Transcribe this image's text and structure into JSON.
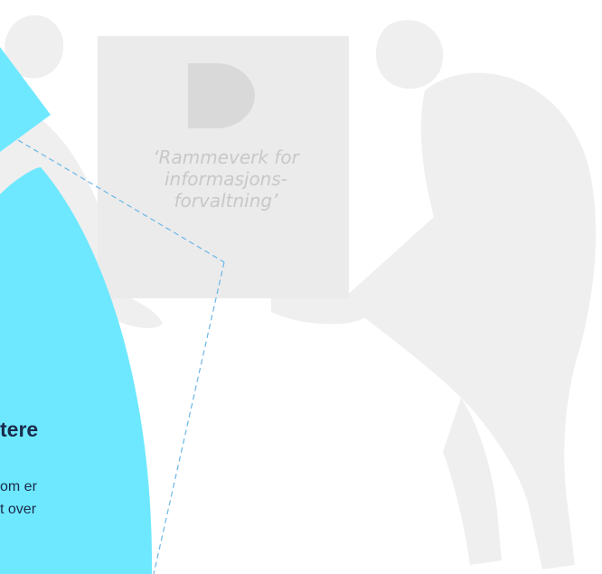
{
  "caption": {
    "line1": "‘Rammeverk for",
    "line2": "informasjons-",
    "line3": "forvaltning’"
  },
  "panel": {
    "heading": "tere",
    "body_line1": "om er",
    "body_line2": "t over"
  },
  "colors": {
    "accent": "#6ee8ff",
    "figure": "#efefef",
    "box": "#ebebeb",
    "logo": "#d9d9d9",
    "caption_text": "#c8c8c8",
    "panel_text": "#1a2b4a",
    "connector": "#6ab6e8"
  },
  "icons": {
    "logo": "d-logo-icon"
  }
}
